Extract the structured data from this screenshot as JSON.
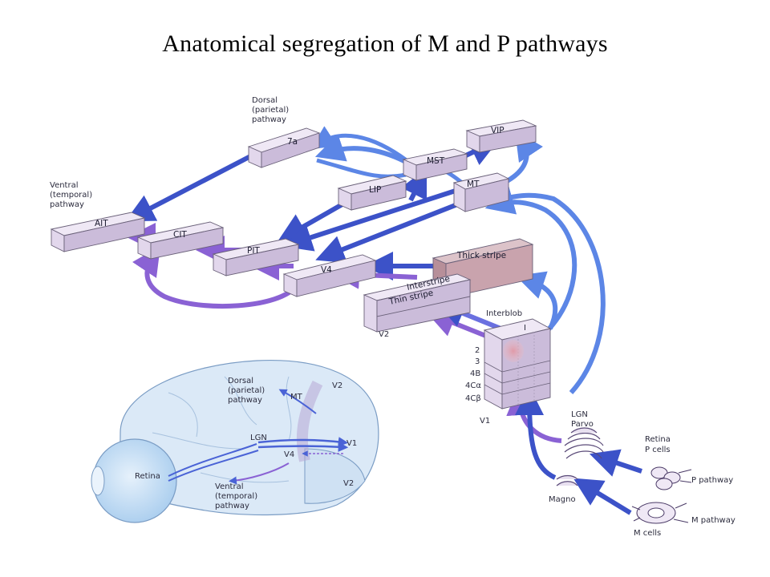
{
  "title": "Anatomical segregation of M and P pathways",
  "labels": {
    "dorsal_top": [
      "Dorsal",
      "(parietal)",
      "pathway"
    ],
    "ventral_top": [
      "Ventral",
      "(temporal)",
      "pathway"
    ],
    "ait": "AIT",
    "cit": "CIT",
    "pit": "PIT",
    "v4": "V4",
    "lip": "LIP",
    "mst": "MST",
    "vip": "VIP",
    "mt": "MT",
    "a7": "7a",
    "thick_stripe": "Thick stripe",
    "interstripe": "Interstripe",
    "thin_stripe": "Thin stripe",
    "v2": "V2",
    "interblob": "Interblob",
    "blob_letter": "I",
    "layers": [
      "2",
      "3",
      "4B",
      "4Cα",
      "4Cβ"
    ],
    "v1": "V1",
    "lgn": "LGN",
    "parvo": "Parvo",
    "magno": "Magno",
    "retina_right": "Retina",
    "p_cells": "P cells",
    "p_pathway": "P pathway",
    "m_pathway": "M pathway",
    "m_cells": "M cells",
    "brain_dorsal": [
      "Dorsal",
      "(parietal)",
      "pathway"
    ],
    "brain_mt": "MT",
    "brain_v2_top": "V2",
    "brain_lgn": "LGN",
    "brain_v1": "V1",
    "brain_v4": "V4",
    "brain_retina": "Retina",
    "brain_ventral": [
      "Ventral",
      "(temporal)",
      "pathway"
    ],
    "brain_v2_bottom": "V2"
  },
  "colors": {
    "m_pathway_blue": "#3c52c8",
    "p_pathway_purple": "#8a62d4",
    "box_fill": "#e2d7ec",
    "thick_stripe_fill": "#c9a3ad"
  }
}
